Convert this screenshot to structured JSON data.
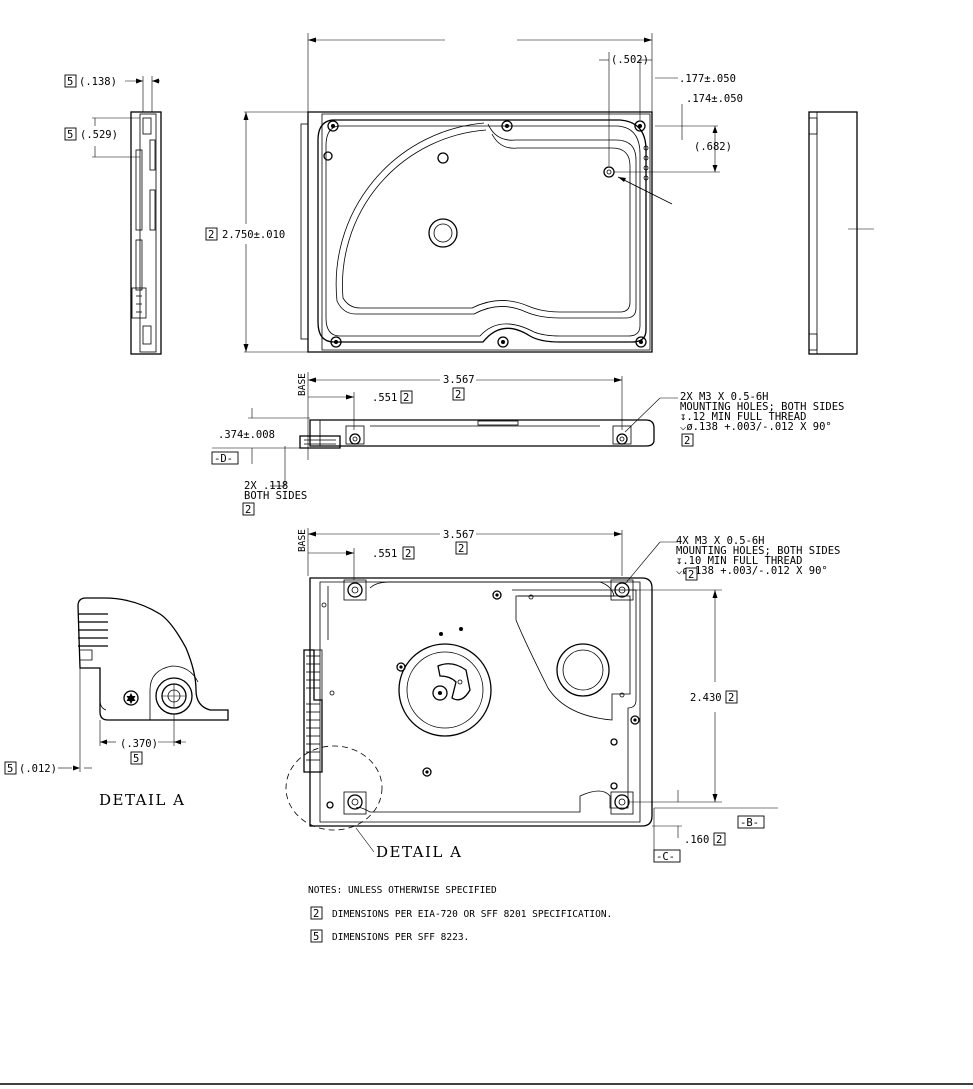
{
  "top_view": {
    "dim_502": "(.502)",
    "dim_177": ".177±.050",
    "dim_174": ".174±.050",
    "dim_682": "(.682)",
    "dim_2750": "2.750±.010",
    "dim_2750_note": "2"
  },
  "left_view": {
    "dim_138": "(.138)",
    "dim_138_note": "5",
    "dim_529": "(.529)",
    "dim_529_note": "5"
  },
  "side_view": {
    "base": "BASE",
    "dim_3567": "3.567",
    "dim_3567_note": "2",
    "dim_551": ".551",
    "dim_551_note": "2",
    "dim_374": ".374±.008",
    "datum_d": "-D-",
    "holes_2x_line1": "2X .118",
    "holes_2x_line2": "BOTH SIDES",
    "holes_2x_note": "2",
    "mount_line1": "2X M3 X 0.5-6H",
    "mount_line2": "MOUNTING HOLES; BOTH SIDES",
    "mount_line3": "↧.12 MIN FULL THREAD",
    "mount_line4": "⌵ø.138 +.003/-.012 X 90°",
    "mount_note": "2"
  },
  "bottom_view": {
    "base": "BASE",
    "dim_3567": "3.567",
    "dim_3567_note": "2",
    "dim_551": ".551",
    "dim_551_note": "2",
    "mount_line1": "4X M3 X 0.5-6H",
    "mount_line2": "MOUNTING HOLES; BOTH SIDES",
    "mount_line3": "↧.10 MIN FULL THREAD",
    "mount_line4": "⌵ø.138 +.003/-.012 X 90°",
    "mount_note": "2",
    "dim_2430": "2.430",
    "dim_2430_note": "2",
    "dim_160": ".160",
    "dim_160_note": "2",
    "datum_b": "-B-",
    "datum_c": "-C-",
    "detail_callout": "DETAIL A"
  },
  "detail_a": {
    "title": "DETAIL A",
    "dim_370": "(.370)",
    "dim_370_note": "5",
    "dim_012": "(.012)",
    "dim_012_note": "5"
  },
  "notes": {
    "header": "NOTES: UNLESS OTHERWISE SPECIFIED",
    "note2_num": "2",
    "note2_text": "DIMENSIONS PER EIA-720 OR SFF 8201 SPECIFICATION.",
    "note5_num": "5",
    "note5_text": "DIMENSIONS PER SFF 8223."
  }
}
